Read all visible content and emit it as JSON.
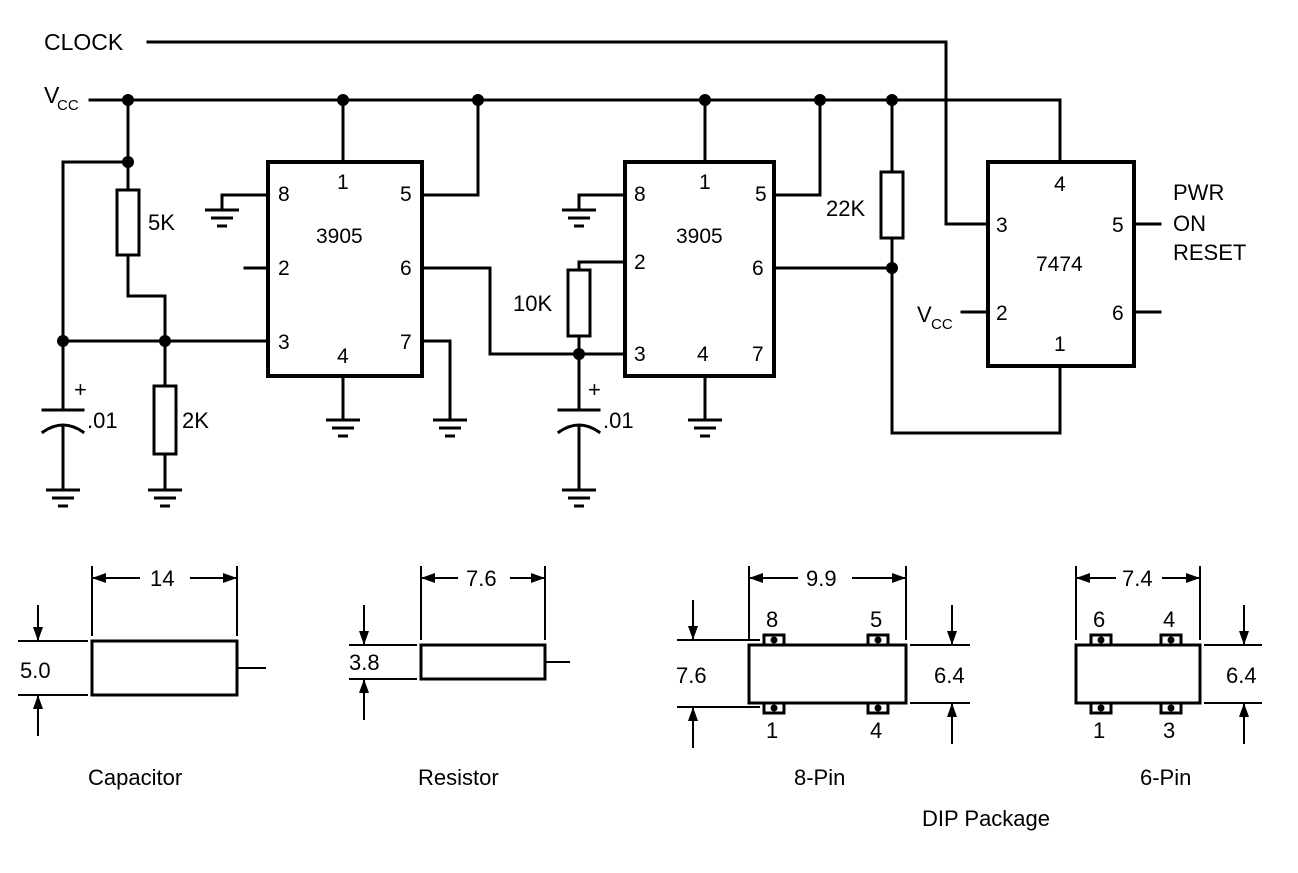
{
  "circuit": {
    "clock_label": "CLOCK",
    "vcc_main": "V",
    "vcc_sub": "CC",
    "ic1": {
      "name": "3905",
      "pins": [
        "1",
        "2",
        "3",
        "4",
        "5",
        "6",
        "7",
        "8"
      ]
    },
    "ic2": {
      "name": "3905",
      "pins": [
        "1",
        "2",
        "3",
        "4",
        "5",
        "6",
        "7",
        "8"
      ]
    },
    "ic3": {
      "name": "7474",
      "pins": [
        "1",
        "2",
        "3",
        "4",
        "5",
        "6"
      ]
    },
    "r1": "5K",
    "r2": "2K",
    "r3": "10K",
    "r4": "22K",
    "c1_value": ".01",
    "c2_value": ".01",
    "c_polarity": "+",
    "vcc2_main": "V",
    "vcc2_sub": "CC",
    "output": [
      "PWR",
      "ON",
      "RESET"
    ]
  },
  "dimensions": {
    "capacitor": {
      "width": "14",
      "height": "5.0",
      "caption": "Capacitor"
    },
    "resistor": {
      "width": "7.6",
      "height": "3.8",
      "caption": "Resistor"
    },
    "dip8": {
      "width": "9.9",
      "outer_height": "7.6",
      "body_height": "6.4",
      "pin_tl": "8",
      "pin_tr": "5",
      "pin_bl": "1",
      "pin_br": "4",
      "caption": "8-Pin"
    },
    "dip6": {
      "width": "7.4",
      "body_height": "6.4",
      "pin_tl": "6",
      "pin_tr": "4",
      "pin_bl": "1",
      "pin_br": "3",
      "caption": "6-Pin"
    },
    "dip_caption": "DIP Package"
  }
}
